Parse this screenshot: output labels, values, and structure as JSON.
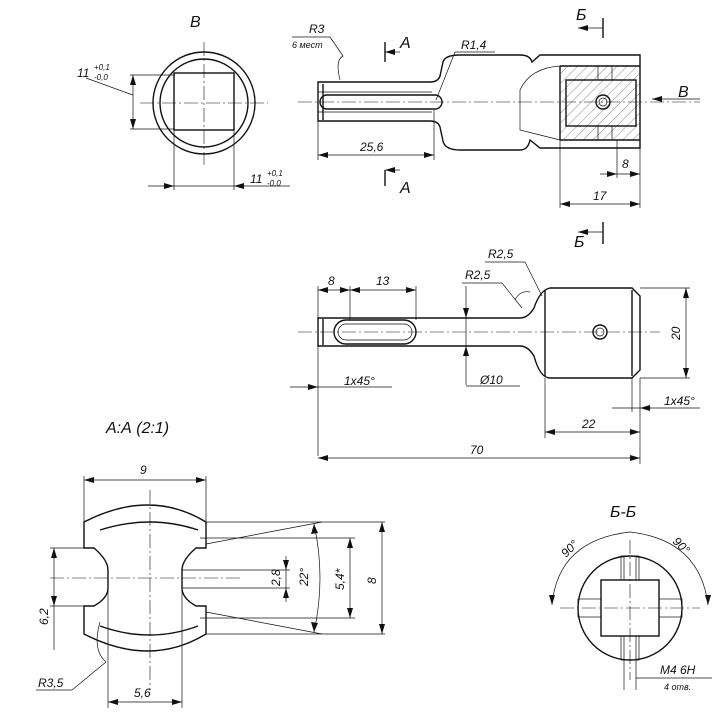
{
  "view_labels": {
    "view_b": "В",
    "section_aa": "А:А (2:1)",
    "section_bb": "Б-Б",
    "cut_a_top": "А",
    "cut_a_bottom": "А",
    "cut_b_top": "Б",
    "cut_b_bottom": "Б",
    "arrow_b": "В"
  },
  "dimensions": {
    "view_b_width": "11",
    "view_b_width_tol_up": "+0,1",
    "view_b_width_tol_down": "-0,0",
    "view_b_height": "11",
    "view_b_height_tol_up": "+0,1",
    "view_b_height_tol_down": "-0,0",
    "r3": "R3",
    "r3_note": "6 мест",
    "r14": "R1,4",
    "len_25_6": "25,6",
    "len_8_top": "8",
    "len_17": "17",
    "r25_a": "R2,5",
    "r25_b": "R2,5",
    "len_8": "8",
    "len_13": "13",
    "dia_20": "20",
    "chamfer_left": "1x45°",
    "dia_10": "Ø10",
    "chamfer_right": "1x45°",
    "len_22": "22",
    "len_70": "70",
    "aa_9": "9",
    "aa_2_8": "2,8",
    "aa_22deg": "22°",
    "aa_5_4": "5,4*",
    "aa_8": "8",
    "aa_6_2": "6,2",
    "aa_r3_5": "R3,5",
    "aa_5_6": "5,6",
    "bb_90_left": "90°",
    "bb_90_right": "90°",
    "bb_thread": "М4 6H",
    "bb_thread_count": "4 отв."
  }
}
